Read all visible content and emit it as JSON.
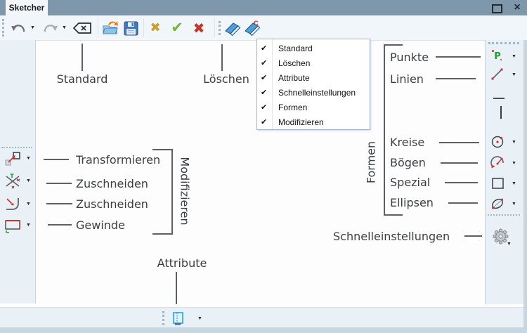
{
  "titlebar": {
    "tab": "Sketcher",
    "close_glyph": "×"
  },
  "toolbar_top": {
    "buttons": [
      "undo",
      "redo",
      "backspace",
      "open",
      "save",
      "cancel",
      "confirm",
      "delete",
      "eraser",
      "eraser-clear"
    ],
    "glyphs": {
      "dropdown": "▼",
      "cancel": "✖",
      "confirm": "✔",
      "delete": "✖"
    }
  },
  "menu": {
    "check_glyph": "✔",
    "items": [
      {
        "label": "Standard",
        "checked": true
      },
      {
        "label": "Löschen",
        "checked": true
      },
      {
        "label": "Attribute",
        "checked": true
      },
      {
        "label": "Schnelleinstellungen",
        "checked": true
      },
      {
        "label": "Formen",
        "checked": true
      },
      {
        "label": "Modifizieren",
        "checked": true
      }
    ]
  },
  "annotations": {
    "standard": "Standard",
    "loeschen": "Löschen",
    "punkte": "Punkte",
    "linien": "Linien",
    "kreise": "Kreise",
    "boegen": "Bögen",
    "spezial": "Spezial",
    "ellipsen": "Ellipsen",
    "formen": "Formen",
    "transformieren": "Transformieren",
    "zuschneiden_1": "Zuschneiden",
    "zuschneiden_2": "Zuschneiden",
    "gewinde": "Gewinde",
    "modifizieren": "Modifizieren",
    "schnelleinstellungen": "Schnelleinstellungen",
    "attribute": "Attribute"
  },
  "side_icons": {
    "point_letter": "P",
    "eraser_letter": "C"
  },
  "colors": {
    "titlebar": "#7E97AB",
    "toolbar": "#F1F6FA",
    "panel": "#E9F0F6",
    "frame": "#C6D7E2",
    "accent_red": "#D32F2F",
    "accent_green": "#2E9E3E",
    "leader_line": "#5C6166"
  }
}
